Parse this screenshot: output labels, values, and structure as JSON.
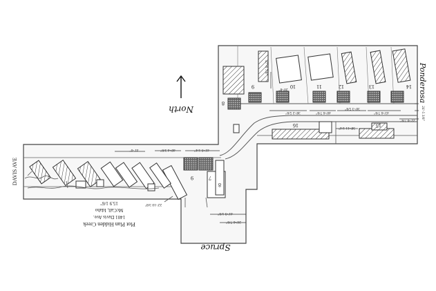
{
  "north_label": "North",
  "street_davis": "DAVIS AVE",
  "street_spruce": "Spruce",
  "street_ponderosa": "Ponderosa",
  "title_block": {
    "line1": "Plot Plan Hidden Creek",
    "line2": "1401 Davis Ave.",
    "line3": "McCall, Idaho",
    "line4": "15.9 1/6\""
  },
  "lot_numbers": {
    "l7": "7",
    "l8a": "8",
    "l8b": "8",
    "l9a": "9",
    "l9b": "9",
    "l10": "10",
    "l11": "11",
    "l12": "12",
    "l13": "13",
    "l14": "14",
    "l15": "15",
    "l16": "16"
  },
  "dimensions": {
    "d_22_10": "22'-10 3/8\"",
    "d_41_9_lower": "41'-9 1/8\"",
    "d_26_6": "26'-6 7/8\"",
    "d_41_9_mid": "41'-9 1/4\"",
    "d_40_4": "40'-4 3/8\"",
    "d_41_0": "41'-0\"",
    "d_47_6": "47'-6 7/8\"",
    "d_20_8": "20'-8\"",
    "d_38_2": "38'-2 5/8\"",
    "d_40_6": "40'-6 7/8\"",
    "d_30_3": "30'-3 5/8\"",
    "d_43_6": "43'-6 7/8\"",
    "d_24_5": "24'-5 3/8\"",
    "d_22_6": "22'-6 7/8\"",
    "d_38_11": "38'-11 1/4\""
  }
}
